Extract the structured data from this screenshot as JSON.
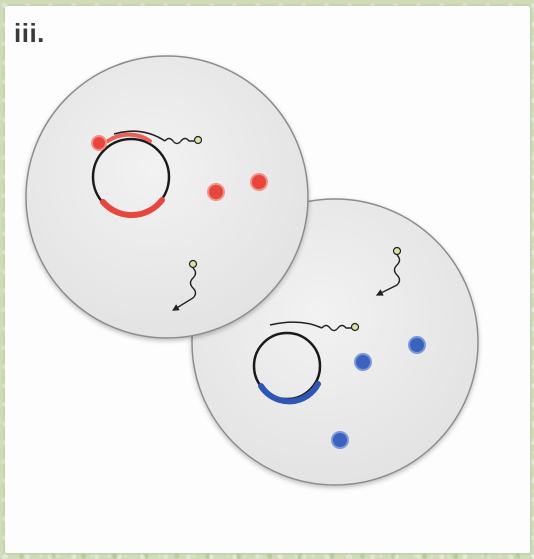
{
  "panel": {
    "label": "iii."
  },
  "colors": {
    "cell_fill": "#ececec",
    "cell_stroke": "#8c8c8c",
    "dna_ring": "#1a1a1a",
    "red_marker": "#e8463c",
    "blue_marker": "#3a63c0",
    "guide_strand": "#222222",
    "background": "#cfdcb9"
  },
  "cells": [
    {
      "name": "upper-left-cell",
      "marker_color": "red",
      "free_dots": 2,
      "free_guides": 1
    },
    {
      "name": "lower-right-cell",
      "marker_color": "blue",
      "free_dots": 3,
      "free_guides": 1
    }
  ]
}
